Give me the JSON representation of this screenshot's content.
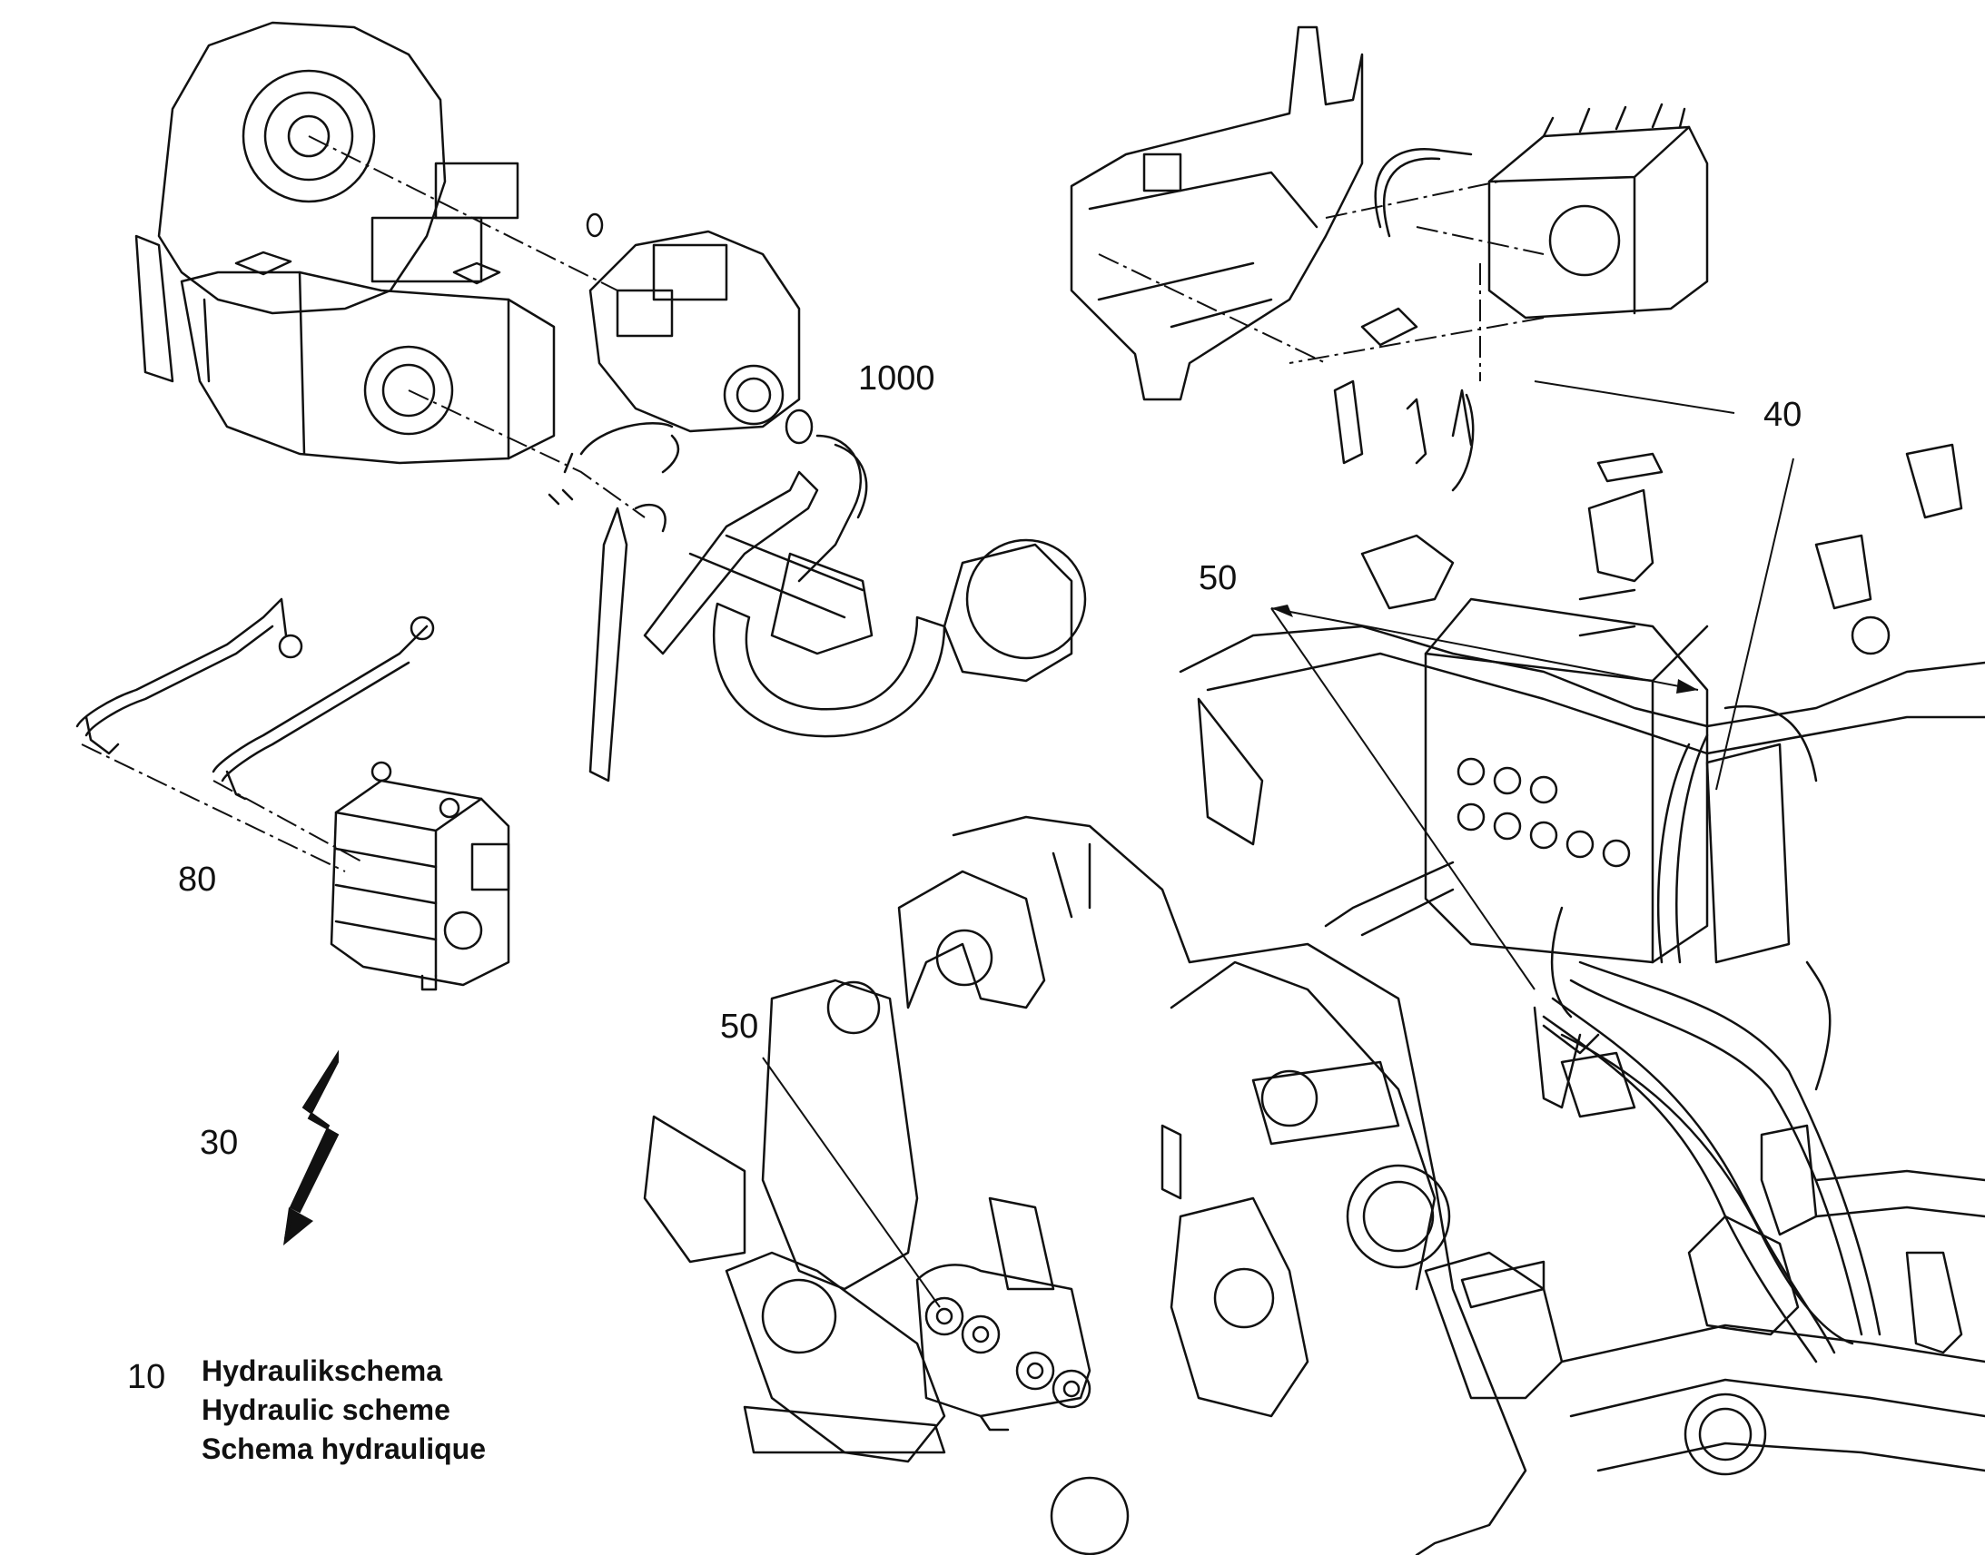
{
  "callouts": {
    "c1000": "1000",
    "c40": "40",
    "c50a": "50",
    "c50b": "50",
    "c80": "80",
    "c30": "30",
    "c10": "10"
  },
  "legend": {
    "de": "Hydraulikschema",
    "en": "Hydraulic scheme",
    "fr": "Schema hydraulique"
  },
  "icons": {
    "lightning": "lightning-bolt-icon"
  },
  "colors": {
    "ink": "#111111",
    "paper": "#ffffff"
  }
}
